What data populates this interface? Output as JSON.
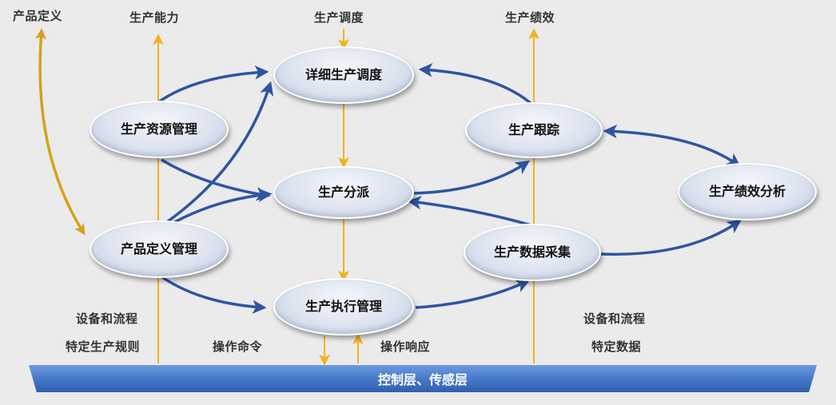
{
  "top_labels": {
    "product_definition": "产品定义",
    "production_capability": "生产能力",
    "production_scheduling": "生产调度",
    "production_performance": "生产绩效"
  },
  "nodes": {
    "detailed_scheduling": "详细生产调度",
    "resource_management": "生产资源管理",
    "dispatching": "生产分派",
    "tracking": "生产跟踪",
    "performance_analysis": "生产绩效分析",
    "product_definition_management": "产品定义管理",
    "data_collection": "生产数据采集",
    "execution_management": "生产执行管理"
  },
  "bottom_labels": {
    "equipment_process_left": "设备和流程",
    "specific_rules": "特定生产规则",
    "operation_command": "操作命令",
    "operation_response": "操作响应",
    "equipment_process_right": "设备和流程",
    "specific_data": "特定数据"
  },
  "bar_label": "控制层、传感层",
  "colors": {
    "flow_arrow": "#2e55a0",
    "info_arrow": "#f2b21b",
    "product_arrow": "#d4a21a",
    "bar": "#4a7ccc",
    "background": "#ebebeb"
  }
}
